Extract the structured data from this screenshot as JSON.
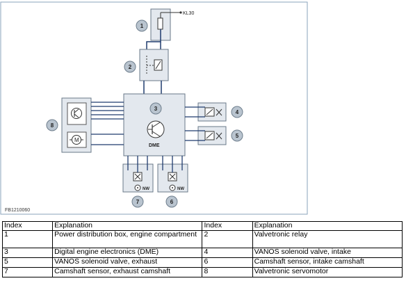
{
  "diagram": {
    "kl30_label": "KL30",
    "dme_label": "DME",
    "nw_label": "NW",
    "figure_code": "FB1210060",
    "callouts": [
      "1",
      "2",
      "3",
      "4",
      "5",
      "6",
      "7",
      "8"
    ]
  },
  "legend": {
    "headers": [
      "Index",
      "Explanation",
      "Index",
      "Explanation"
    ],
    "rows": [
      [
        "1",
        "Power distribution box, engine compartment",
        "2",
        "Valvetronic relay"
      ],
      [
        "3",
        "Digital engine electronics (DME)",
        "4",
        "VANOS solenoid valve, intake"
      ],
      [
        "5",
        "VANOS solenoid valve, exhaust",
        "6",
        "Camshaft sensor, intake camshaft"
      ],
      [
        "7",
        "Camshaft sensor, exhaust camshaft",
        "8",
        "Valvetronic servomotor"
      ]
    ]
  }
}
